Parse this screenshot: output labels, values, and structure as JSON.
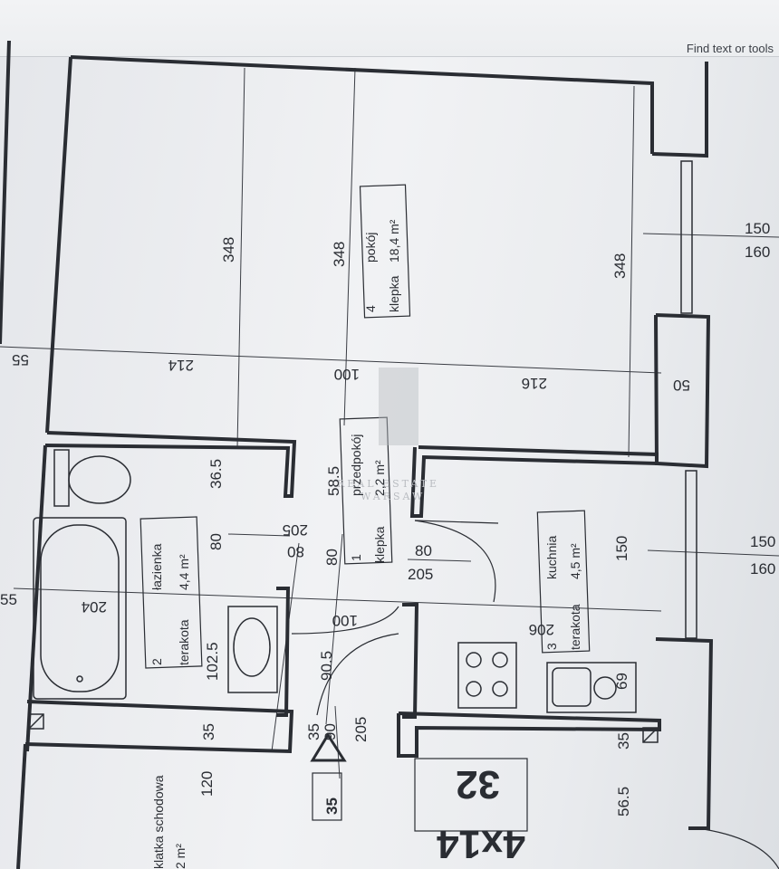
{
  "viewer": {
    "find_text_label": "Find text or tools"
  },
  "plan": {
    "rooms": [
      {
        "number": "4",
        "name": "pokój",
        "floor": "klepka",
        "area": "18,4 m²"
      },
      {
        "number": "1",
        "name": "przedpokój",
        "floor": "klepka",
        "area": "2,2 m²"
      },
      {
        "number": "2",
        "name": "łazienka",
        "floor": "terakota",
        "area": "4,4 m²"
      },
      {
        "number": "3",
        "name": "kuchnia",
        "floor": "terakota",
        "area": "4,5 m²"
      },
      {
        "name": "klatka schodowa",
        "area": "2 m²"
      }
    ],
    "dimensions": {
      "d348a": "348",
      "d348b": "348",
      "d348c": "348",
      "d55": "55",
      "d214": "214",
      "d100a": "100",
      "d216": "216",
      "d50": "50",
      "d150a": "150",
      "d160a": "160",
      "d150b": "150",
      "d160b": "160",
      "d36_5": "36.5",
      "d58_5": "58.5",
      "d80a": "80",
      "d80b": "80",
      "d80c": "80",
      "d205a": "205",
      "d205b": "205",
      "d205c": "205",
      "d204": "204",
      "d102_5": "102.5",
      "d100b": "100",
      "d90_5": "90.5",
      "d206": "206",
      "d150c": "150",
      "d69": "69",
      "d35a": "35",
      "d35b": "35",
      "d35c": "35",
      "d90": "90",
      "d56_5": "56.5",
      "d120": "120",
      "d55b": "55"
    },
    "stair_number": "35",
    "unit_number": "32",
    "bottom_code": "4x14",
    "watermark_letter": "E",
    "watermark_text": "REAL ESTATE",
    "watermark_sub": "WARSAW"
  }
}
